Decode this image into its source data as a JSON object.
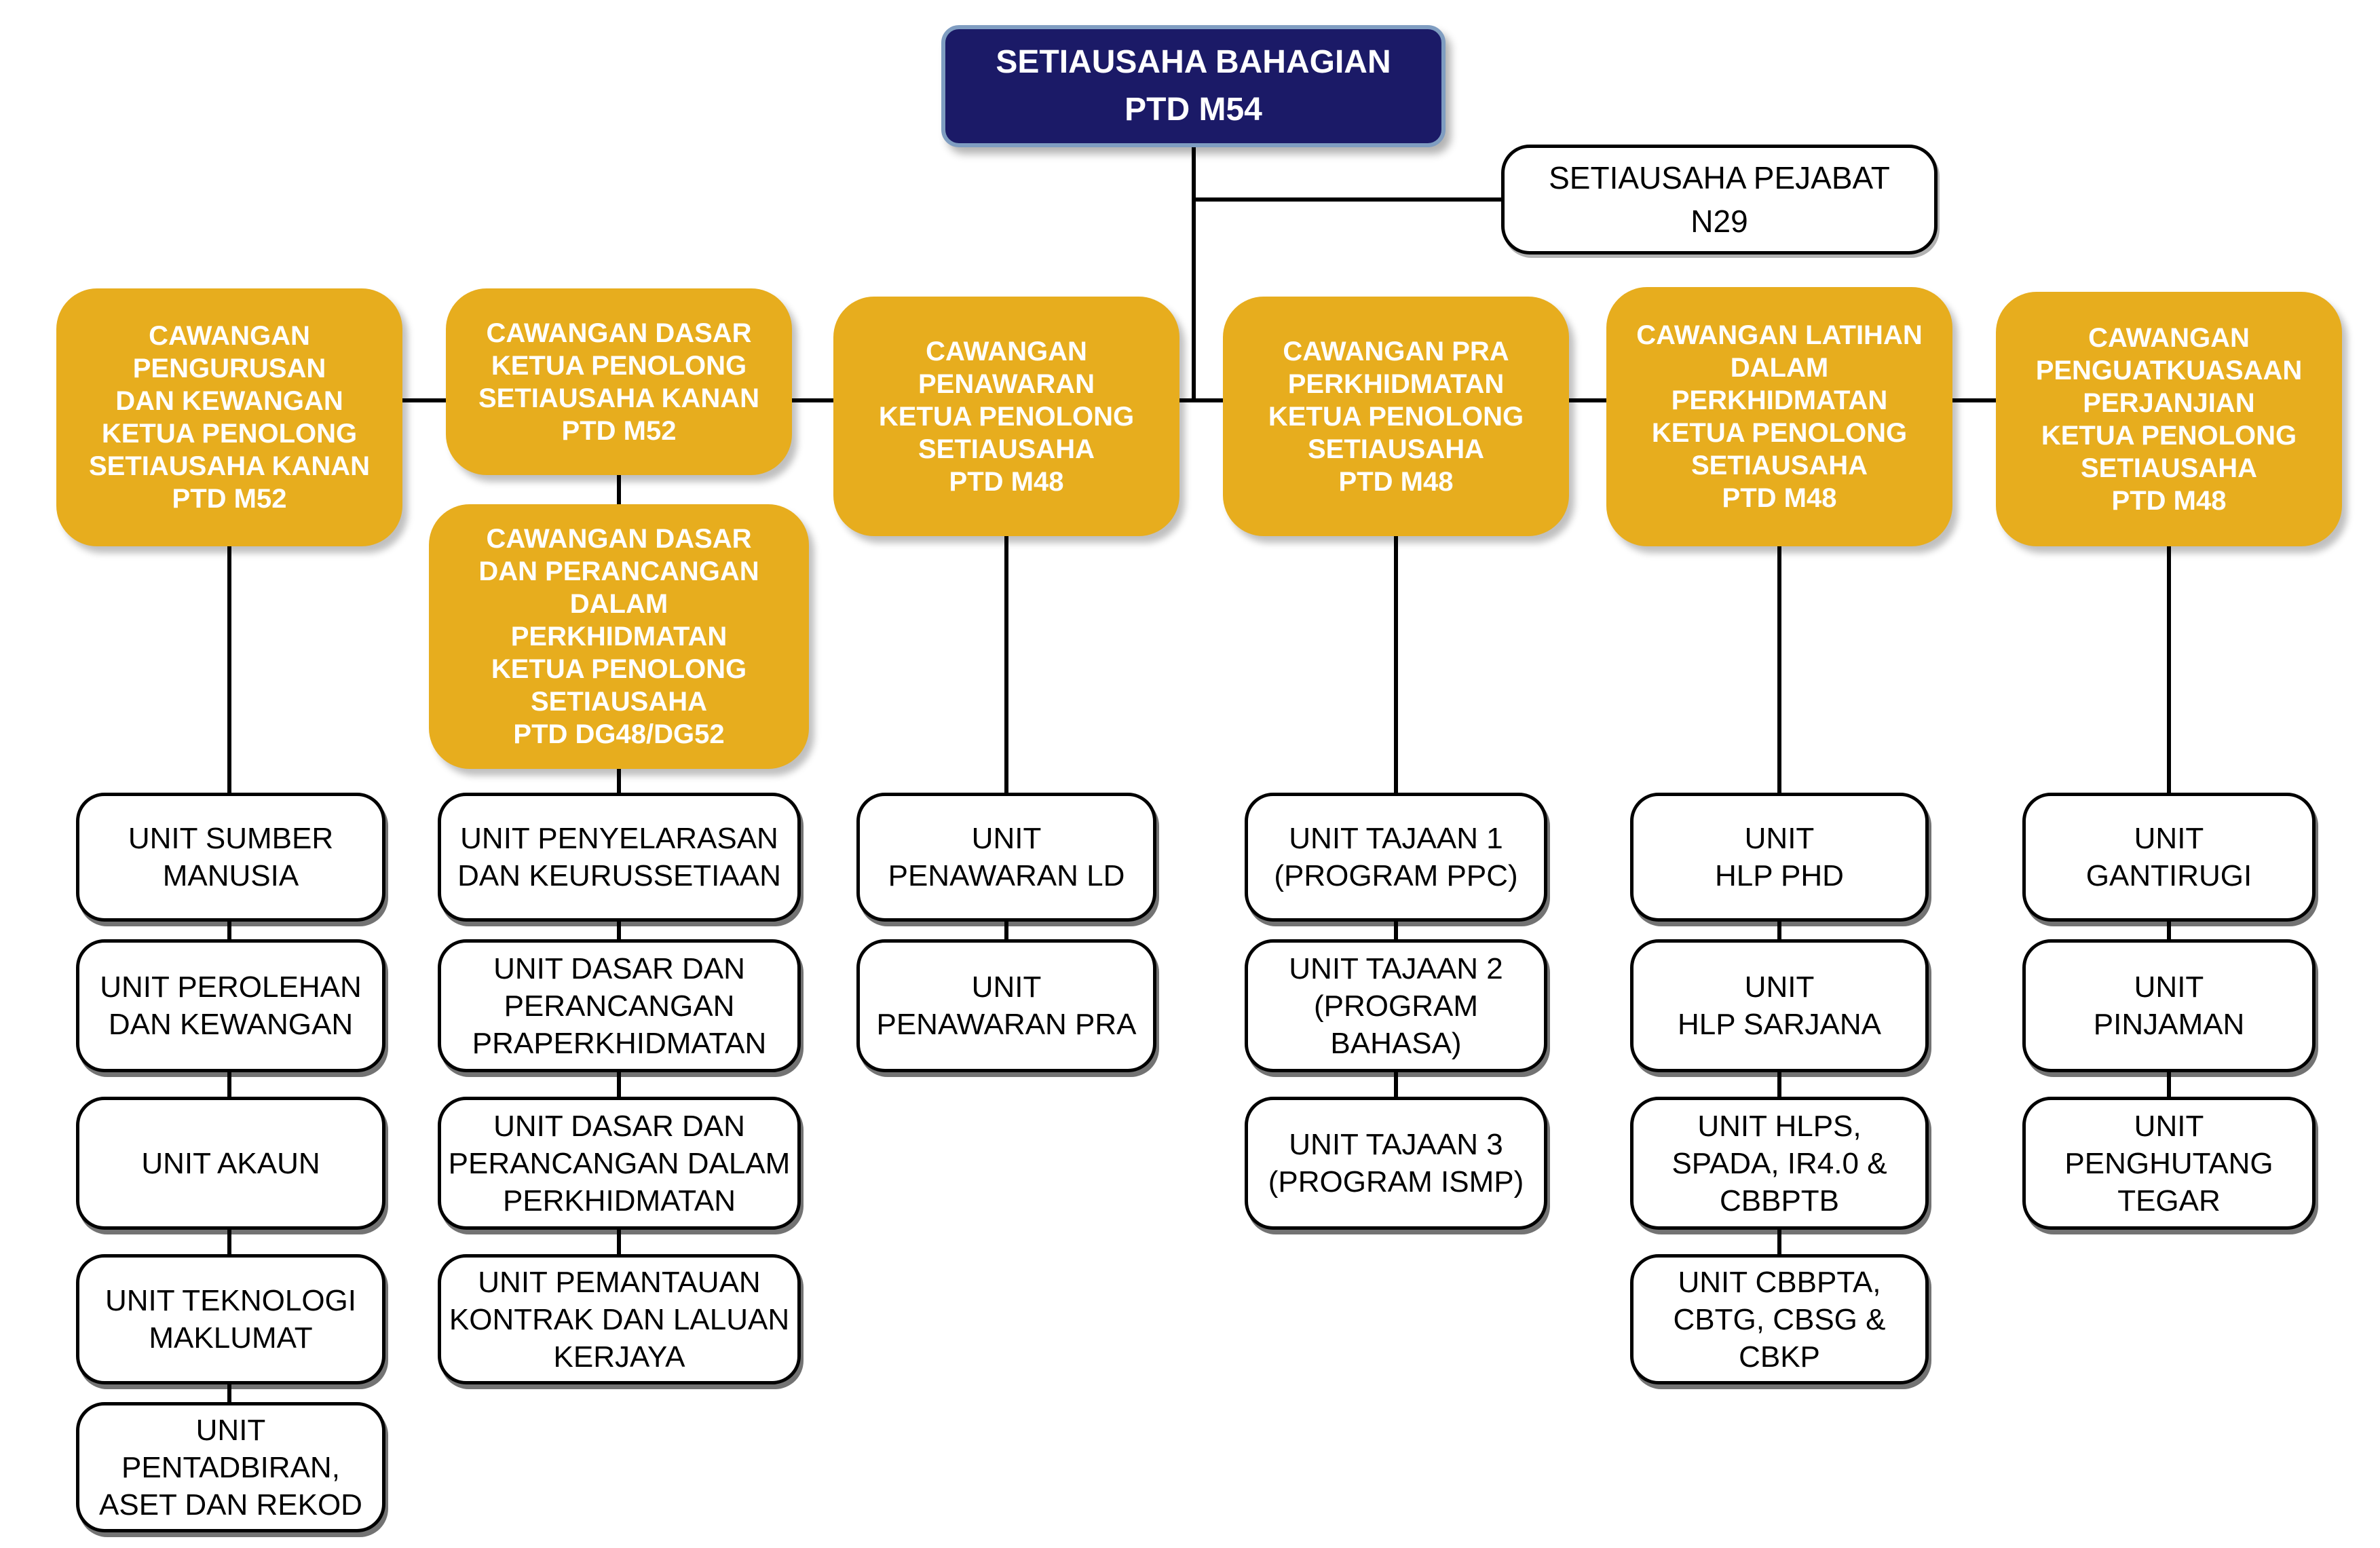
{
  "colors": {
    "root_fill": "#1B1A67",
    "root_border": "#7F9DC1",
    "branch_fill": "#E7AD1E",
    "unit_border": "#000000",
    "connector": "#000000",
    "text_on_dark": "#FFFFFF",
    "text_on_light": "#000000"
  },
  "root": {
    "label": "SETIAUSAHA BAHAGIAN\nPTD M54"
  },
  "office_secretary": {
    "label": "SETIAUSAHA PEJABAT\nN29"
  },
  "branches": [
    {
      "header": "CAWANGAN\nPENGURUSAN\nDAN KEWANGAN\nKETUA PENOLONG\nSETIAUSAHA KANAN\nPTD M52",
      "units": [
        "UNIT SUMBER\nMANUSIA",
        "UNIT PEROLEHAN\nDAN KEWANGAN",
        "UNIT AKAUN",
        "UNIT TEKNOLOGI\nMAKLUMAT",
        "UNIT\nPENTADBIRAN,\nASET DAN REKOD"
      ]
    },
    {
      "header": "CAWANGAN DASAR\nKETUA PENOLONG\nSETIAUSAHA KANAN\nPTD M52",
      "subheader": "CAWANGAN DASAR\nDAN PERANCANGAN\nDALAM\nPERKHIDMATAN\nKETUA PENOLONG\nSETIAUSAHA\nPTD DG48/DG52",
      "units": [
        "UNIT PENYELARASAN\nDAN KEURUSSETIAAN",
        "UNIT DASAR DAN\nPERANCANGAN\nPRAPERKHIDMATAN",
        "UNIT DASAR DAN\nPERANCANGAN DALAM\nPERKHIDMATAN",
        "UNIT PEMANTAUAN\nKONTRAK DAN LALUAN\nKERJAYA"
      ]
    },
    {
      "header": "CAWANGAN\nPENAWARAN\nKETUA PENOLONG\nSETIAUSAHA\nPTD M48",
      "units": [
        "UNIT\nPENAWARAN LD",
        "UNIT\nPENAWARAN PRA"
      ]
    },
    {
      "header": "CAWANGAN PRA\nPERKHIDMATAN\nKETUA PENOLONG\nSETIAUSAHA\nPTD M48",
      "units": [
        "UNIT TAJAAN 1\n(PROGRAM PPC)",
        "UNIT TAJAAN 2\n(PROGRAM BAHASA)",
        "UNIT TAJAAN 3\n(PROGRAM ISMP)"
      ]
    },
    {
      "header": "CAWANGAN LATIHAN\nDALAM\nPERKHIDMATAN\nKETUA PENOLONG\nSETIAUSAHA\nPTD M48",
      "units": [
        "UNIT\nHLP PHD",
        "UNIT\nHLP SARJANA",
        "UNIT HLPS,\nSPADA, IR4.0 &\nCBBPTB",
        "UNIT CBBPTA,\nCBTG, CBSG &\nCBKP"
      ]
    },
    {
      "header": "CAWANGAN\nPENGUATKUASAAN\nPERJANJIAN\nKETUA PENOLONG\nSETIAUSAHA\nPTD M48",
      "units": [
        "UNIT\nGANTIRUGI",
        "UNIT\nPINJAMAN",
        "UNIT\nPENGHUTANG\nTEGAR"
      ]
    }
  ]
}
